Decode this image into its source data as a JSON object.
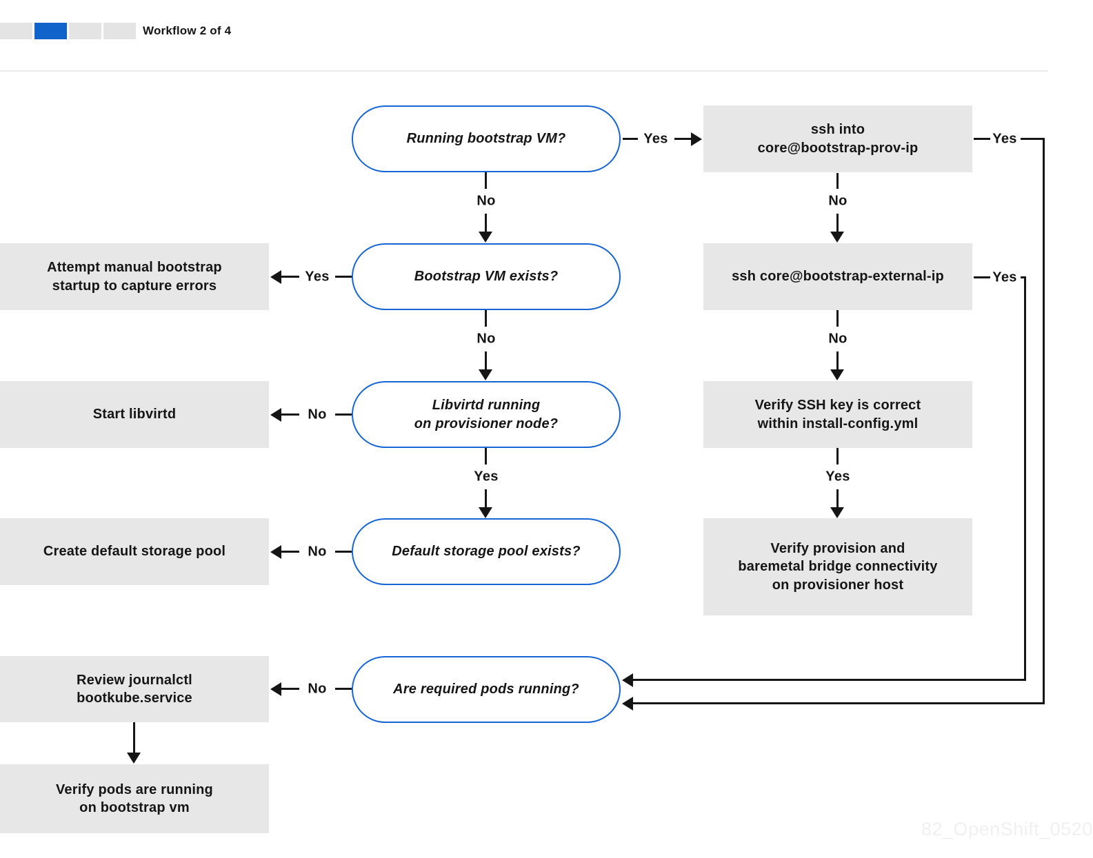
{
  "header": {
    "title": "Workflow 2 of 4"
  },
  "progress": {
    "current_step": 2,
    "total_steps": 4
  },
  "colors": {
    "accent_blue": "#1163cc",
    "decision_border_blue": "#1565d6",
    "box_gray": "#e7e7e7",
    "line_black": "#151515"
  },
  "nodes": {
    "d1": "Running bootstrap VM?",
    "d2": "Bootstrap VM exists?",
    "d3": "Libvirtd running\non provisioner node?",
    "d4": "Default storage pool exists?",
    "d5": "Are required pods running?",
    "l2": "Attempt manual bootstrap\nstartup to capture errors",
    "l3": "Start libvirtd",
    "l4": "Create default storage pool",
    "l5": "Review journalctl\nbootkube.service",
    "l6": "Verify pods are running\non bootstrap vm",
    "r1": "ssh into\ncore@bootstrap-prov-ip",
    "r2": "ssh core@bootstrap-external-ip",
    "r3": "Verify SSH key is correct\nwithin install-config.yml",
    "r4": "Verify provision and\nbaremetal bridge connectivity\non provisioner host"
  },
  "edge_labels": {
    "d1_r1": "Yes",
    "d1_d2": "No",
    "r1_loop": "Yes",
    "r1_r2": "No",
    "d2_l2": "Yes",
    "d2_d3": "No",
    "r2_loop": "Yes",
    "r2_r3": "No",
    "d3_l3": "No",
    "d3_d4": "Yes",
    "r3_r4": "Yes",
    "d4_l4": "No",
    "d5_l5": "No"
  },
  "watermark": "82_OpenShift_0520"
}
